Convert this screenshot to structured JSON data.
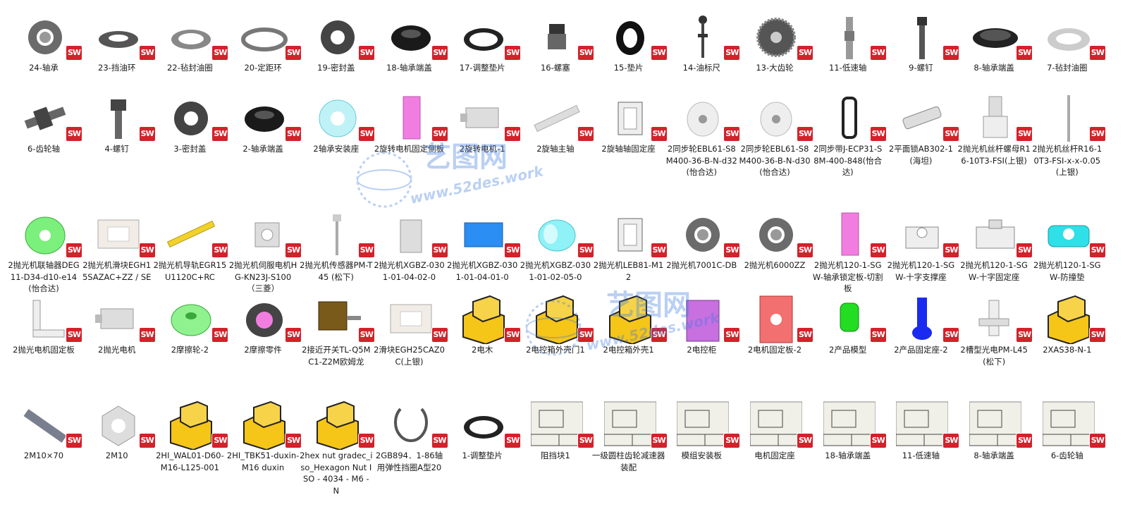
{
  "colors": {
    "sw_badge": "#d2222a",
    "watermark": "#3b7be0"
  },
  "sw_badge_text": "SW",
  "watermark": {
    "brand": "艺图网",
    "url": "www.52des.work"
  },
  "rows": [
    [
      {
        "label": "24-轴承",
        "icon": "bearing-icon"
      },
      {
        "label": "23-挡油环",
        "icon": "oil-ring-icon"
      },
      {
        "label": "22-毡封油圈",
        "icon": "felt-seal-icon"
      },
      {
        "label": "20-定距环",
        "icon": "spacer-ring-icon"
      },
      {
        "label": "19-密封盖",
        "icon": "seal-cover-icon"
      },
      {
        "label": "18-轴承端盖",
        "icon": "bearing-end-cap-icon"
      },
      {
        "label": "17-调整垫片",
        "icon": "shim-icon"
      },
      {
        "label": "16-螺塞",
        "icon": "plug-screw-icon"
      },
      {
        "label": "15-垫片",
        "icon": "gasket-icon"
      },
      {
        "label": "14-油标尺",
        "icon": "dipstick-icon"
      },
      {
        "label": "13-大齿轮",
        "icon": "gear-icon"
      },
      {
        "label": "11-低速轴",
        "icon": "shaft-icon"
      },
      {
        "label": "9-螺钉",
        "icon": "screw-icon"
      },
      {
        "label": "8-轴承端盖",
        "icon": "end-cap-icon"
      },
      {
        "label": "7-毡封油圈",
        "icon": "felt-ring-icon"
      }
    ],
    [
      {
        "label": "6-齿轮轴",
        "icon": "gear-shaft-icon"
      },
      {
        "label": "4-螺钉",
        "icon": "bolt-icon"
      },
      {
        "label": "3-密封盖",
        "icon": "seal-cover-icon"
      },
      {
        "label": "2-轴承端盖",
        "icon": "bearing-end-cap-icon"
      },
      {
        "label": "2轴承安装座",
        "icon": "bearing-mount-icon"
      },
      {
        "label": "2旋转电机固定侧板",
        "icon": "plate-icon"
      },
      {
        "label": "2旋转电机-1",
        "icon": "motor-icon"
      },
      {
        "label": "2旋轴主轴",
        "icon": "spindle-icon"
      },
      {
        "label": "2旋轴轴固定座",
        "icon": "bracket-icon"
      },
      {
        "label": "2同步轮EBL61-S8M400-36-B-N-d32(怡合达)",
        "icon": "pulley-icon"
      },
      {
        "label": "2同步轮EBL61-S8M400-36-B-N-d30(怡合达)",
        "icon": "pulley-icon"
      },
      {
        "label": "2同步带J-ECP31-S8M-400-848(怡合达)",
        "icon": "belt-icon"
      },
      {
        "label": "2平面锁AB302-1(海坦)",
        "icon": "lock-icon"
      },
      {
        "label": "2抛光机丝杆螺母R16-10T3-FSI(上银)",
        "icon": "ballscrew-nut-icon"
      },
      {
        "label": "2抛光机丝杆R16-10T3-FSI-x-x-0.05(上银)",
        "icon": "lead-screw-icon"
      }
    ],
    [
      {
        "label": "2抛光机联轴器DEG11-D34-d10-e14(怡合达)",
        "icon": "coupling-icon"
      },
      {
        "label": "2抛光机滑块EGH15SAZAC+ZZ / SE",
        "icon": "slider-block-icon"
      },
      {
        "label": "2抛光机导轨EGR15U1120C+RC",
        "icon": "rail-icon"
      },
      {
        "label": "2抛光机伺服电机HG-KN23J-S100 （三菱）",
        "icon": "servo-motor-icon"
      },
      {
        "label": "2抛光机传感器PM-T45 (松下)",
        "icon": "sensor-icon"
      },
      {
        "label": "2抛光机XGBZ-0301-01-04-02-0",
        "icon": "bracket-plate-icon"
      },
      {
        "label": "2抛光机XGBZ-0301-01-04-01-0",
        "icon": "blue-block-icon"
      },
      {
        "label": "2抛光机XGBZ-0301-01-02-05-0",
        "icon": "cyan-sleeve-icon"
      },
      {
        "label": "2抛光机LEB81-M12",
        "icon": "bracket-icon"
      },
      {
        "label": "2抛光机7001C-DB",
        "icon": "bearing-icon"
      },
      {
        "label": "2抛光机6000ZZ",
        "icon": "bearing-icon"
      },
      {
        "label": "2抛光机120-1-SGW-轴承锁定板-切割板",
        "icon": "plate-icon"
      },
      {
        "label": "2抛光机120-1-SGW-十字支撑座",
        "icon": "support-seat-icon"
      },
      {
        "label": "2抛光机120-1-SGW-十字固定座",
        "icon": "fixed-seat-icon"
      },
      {
        "label": "2抛光机120-1-SGW-防撞垫",
        "icon": "bumper-icon"
      }
    ],
    [
      {
        "label": "2抛光电机固定板",
        "icon": "angle-plate-icon"
      },
      {
        "label": "2抛光电机",
        "icon": "motor-icon"
      },
      {
        "label": "2摩擦轮-2",
        "icon": "friction-wheel-icon"
      },
      {
        "label": "2摩擦零件",
        "icon": "friction-part-icon"
      },
      {
        "label": "2接近开关TL-Q5MC1-Z2M欧姆龙",
        "icon": "proximity-switch-icon"
      },
      {
        "label": "2滑块EGH25CAZ0C(上银)",
        "icon": "slider-block-icon"
      },
      {
        "label": "2电木",
        "icon": "part-icon"
      },
      {
        "label": "2电控箱外壳门1",
        "icon": "part-icon"
      },
      {
        "label": "2电控箱外壳1",
        "icon": "part-icon"
      },
      {
        "label": "2电控柜",
        "icon": "cabinet-icon"
      },
      {
        "label": "2电机固定板-2",
        "icon": "red-plate-icon"
      },
      {
        "label": "2产品模型",
        "icon": "product-model-icon"
      },
      {
        "label": "2产品固定座-2",
        "icon": "product-seat-icon"
      },
      {
        "label": "2槽型光电PM-L45(松下)",
        "icon": "photoelectric-icon"
      },
      {
        "label": "2XAS38-N-1",
        "icon": "part-icon"
      }
    ],
    [
      {
        "label": "2M10×70",
        "icon": "long-bolt-icon"
      },
      {
        "label": "2M10",
        "icon": "hex-nut-icon"
      },
      {
        "label": "2HI_WAL01-D60-M16-L125-001",
        "icon": "part-icon"
      },
      {
        "label": "2HI_TBK51-duxin-M16 duxin",
        "icon": "part-icon"
      },
      {
        "label": "2hex nut gradec_iso_Hexagon Nut ISO - 4034 - M6 - N",
        "icon": "part-icon"
      },
      {
        "label": "2GB894．1-86轴用弹性挡圈A型20",
        "icon": "circlip-icon"
      },
      {
        "label": "1-调整垫片",
        "icon": "shim-icon"
      },
      {
        "label": "阻挡块1",
        "icon": "drawing-icon"
      },
      {
        "label": "一级圆柱齿轮减速器装配",
        "icon": "drawing-icon"
      },
      {
        "label": "模组安装板",
        "icon": "drawing-icon"
      },
      {
        "label": "电机固定座",
        "icon": "drawing-icon"
      },
      {
        "label": "18-轴承端盖",
        "icon": "drawing-icon"
      },
      {
        "label": "11-低速轴",
        "icon": "drawing-icon"
      },
      {
        "label": "8-轴承端盖",
        "icon": "drawing-icon"
      },
      {
        "label": "6-齿轮轴",
        "icon": "drawing-icon"
      }
    ]
  ]
}
